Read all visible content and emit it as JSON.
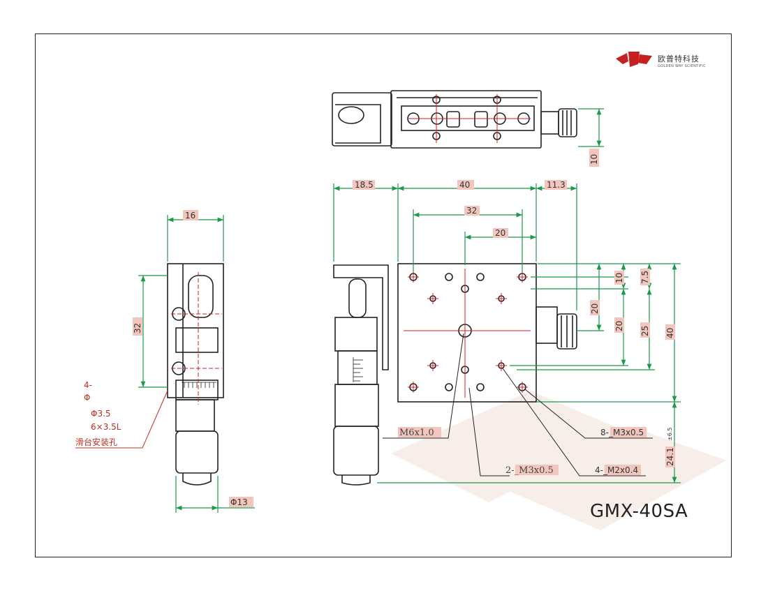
{
  "model": "GMX-40SA",
  "brand": {
    "name_cn": "欧普特科技",
    "name_en": "GOLDEN WAY SCIENTIFIC"
  },
  "colors": {
    "dimension": "#1a9a4a",
    "label_bg": "#f2c6bc",
    "centerline": "#d02020",
    "outline": "#222222",
    "watermark": "#f6ece8"
  },
  "side_view": {
    "dim_width": "16",
    "dim_height": "32",
    "dim_diameter": "Φ13",
    "hole_note": {
      "line1": "4-",
      "line2": "Φ",
      "line3": "Φ3.5",
      "line4": "6×3.5L",
      "line5": "滑台安装孔"
    }
  },
  "top_view": {
    "dim_knob": "10"
  },
  "front_view": {
    "dims": {
      "left": "18.5",
      "width": "40",
      "right": "11.3",
      "pitch32": "32",
      "pitch20": "20",
      "v10": "10",
      "v7_5": "7.5",
      "v20a": "20",
      "v20b": "20",
      "v25": "25",
      "v40": "40",
      "v24_1": "24.1",
      "tol": "±6.5"
    },
    "callouts": {
      "m6": "M6x1.0",
      "m3_2": "2-_M3x0.5",
      "m3_8": "8-_M3x0.5",
      "m2_4": "4-_M2x0.4"
    }
  }
}
